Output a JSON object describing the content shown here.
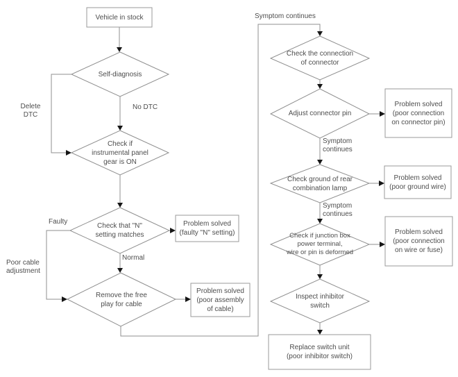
{
  "colors": {
    "background": "#ffffff",
    "line": "#8f8f8f",
    "box_border": "#9a9a9a",
    "text": "#4d4d4d",
    "arrowhead": "#161616"
  },
  "nodes": {
    "vehicle_in_stock": "Vehicle in stock",
    "self_diagnosis": "Self-diagnosis",
    "instrument_panel": "Check if\ninstrumental panel\ngear is ON",
    "check_n_setting": "Check that \"N\"\nsetting matches",
    "remove_free_play": "Remove the free\nplay for cable",
    "solved_n_setting": "Problem solved\n(faulty \"N\" setting)",
    "solved_cable": "Problem solved\n(poor assembly\nof cable)",
    "check_connector": "Check the connection\nof connector",
    "adjust_connector_pin": "Adjust connector pin",
    "solved_connector_pin": "Problem solved\n(poor connection\non connector pin)",
    "check_ground": "Check ground of rear\ncombination lamp",
    "solved_ground_wire": "Problem solved\n(poor ground wire)",
    "check_junction_box": "Check if junction box\npower terminal,\nwire or pin is deformed",
    "solved_wire_fuse": "Problem solved\n(poor connection\non wire or fuse)",
    "inspect_inhibitor": "Inspect inhibitor\nswitch",
    "replace_switch": "Replace switch unit\n(poor inhibitor switch)"
  },
  "edge_labels": {
    "delete_dtc": "Delete\nDTC",
    "no_dtc": "No DTC",
    "faulty": "Faulty",
    "poor_cable_adjustment": "Poor cable\nadjustment",
    "normal": "Normal",
    "symptom_continues_top": "Symptom continues",
    "symptom_continues_mid1": "Symptom\ncontinues",
    "symptom_continues_mid2": "Symptom\ncontinues"
  }
}
